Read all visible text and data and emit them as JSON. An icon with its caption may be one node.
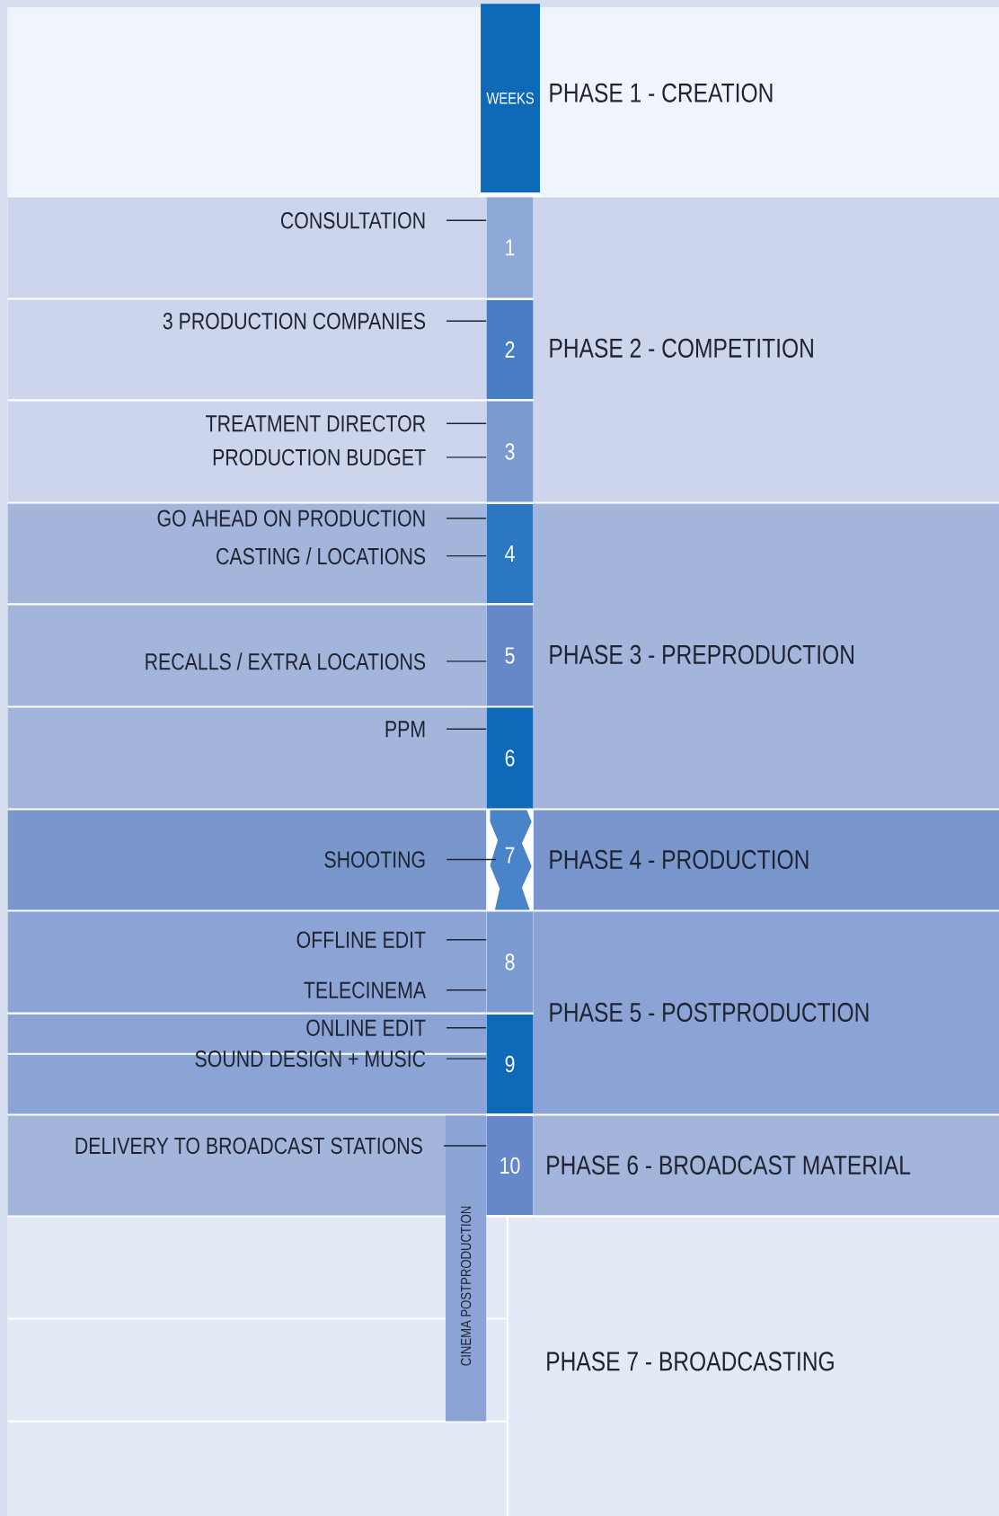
{
  "diagram": {
    "nodes": [
      {
        "text": [
          "WEEKS"
        ]
      },
      {
        "text": [
          "PHASE 1 - CREATION"
        ]
      },
      {
        "text": [
          "CONSULTATION"
        ]
      },
      {
        "text": [
          "1"
        ]
      },
      {
        "text": [
          "PHASE 2 - COMPETITION"
        ]
      },
      {
        "text": [
          "3 PRODUCTION COMPANIES"
        ]
      },
      {
        "text": [
          "2"
        ]
      },
      {
        "text": [
          "TREATMENT DIRECTOR"
        ]
      },
      {
        "text": [
          "PRODUCTION BUDGET"
        ]
      },
      {
        "text": [
          "3"
        ]
      },
      {
        "text": [
          "GO AHEAD ON PRODUCTION"
        ]
      },
      {
        "text": [
          "CASTING / LOCATIONS"
        ]
      },
      {
        "text": [
          "4"
        ]
      },
      {
        "text": [
          "PHASE 3 - PREPRODUCTION"
        ]
      },
      {
        "text": [
          "RECALLS / EXTRA LOCATIONS"
        ]
      },
      {
        "text": [
          "5"
        ]
      },
      {
        "text": [
          "PPM"
        ]
      },
      {
        "text": [
          "6"
        ]
      },
      {
        "text": [
          "SHOOTING"
        ]
      },
      {
        "text": [
          "7"
        ]
      },
      {
        "text": [
          "PHASE 4 - PRODUCTION"
        ]
      },
      {
        "text": [
          "OFFLINE EDIT"
        ]
      },
      {
        "text": [
          "8"
        ]
      },
      {
        "text": [
          "TELECINEMA"
        ]
      },
      {
        "text": [
          "PHASE 5 - POSTPRODUCTION"
        ]
      },
      {
        "text": [
          "ONLINE EDIT"
        ]
      },
      {
        "text": [
          "SOUND DESIGN + MUSIC"
        ]
      },
      {
        "text": [
          "9"
        ]
      },
      {
        "text": [
          "DELIVERY TO BROADCAST STATIONS"
        ]
      },
      {
        "text": [
          "10"
        ]
      },
      {
        "text": [
          "PHASE 6 - BROADCAST MATERIAL"
        ]
      },
      {
        "text": [
          "CINEMA POSTPRODUCTION"
        ]
      },
      {
        "text": [
          "PHASE 7 - BROADCASTING"
        ]
      }
    ],
    "edges": [
      {
        "from": 2,
        "to": 3,
        "arrow": "none"
      },
      {
        "from": 5,
        "to": 6,
        "arrow": "none"
      },
      {
        "from": 7,
        "to": 9,
        "arrow": "none"
      },
      {
        "from": 8,
        "to": 9,
        "arrow": "none"
      },
      {
        "from": 10,
        "to": 12,
        "arrow": "none"
      },
      {
        "from": 11,
        "to": 12,
        "arrow": "none"
      },
      {
        "from": 14,
        "to": 15,
        "arrow": "none"
      },
      {
        "from": 16,
        "to": 17,
        "arrow": "none"
      },
      {
        "from": 18,
        "to": 19,
        "arrow": "none"
      },
      {
        "from": 21,
        "to": 22,
        "arrow": "none"
      },
      {
        "from": 23,
        "to": 22,
        "arrow": "none"
      },
      {
        "from": 25,
        "to": 27,
        "arrow": "none"
      },
      {
        "from": 26,
        "to": 27,
        "arrow": "none"
      },
      {
        "from": 28,
        "to": 29,
        "arrow": "none"
      }
    ]
  }
}
